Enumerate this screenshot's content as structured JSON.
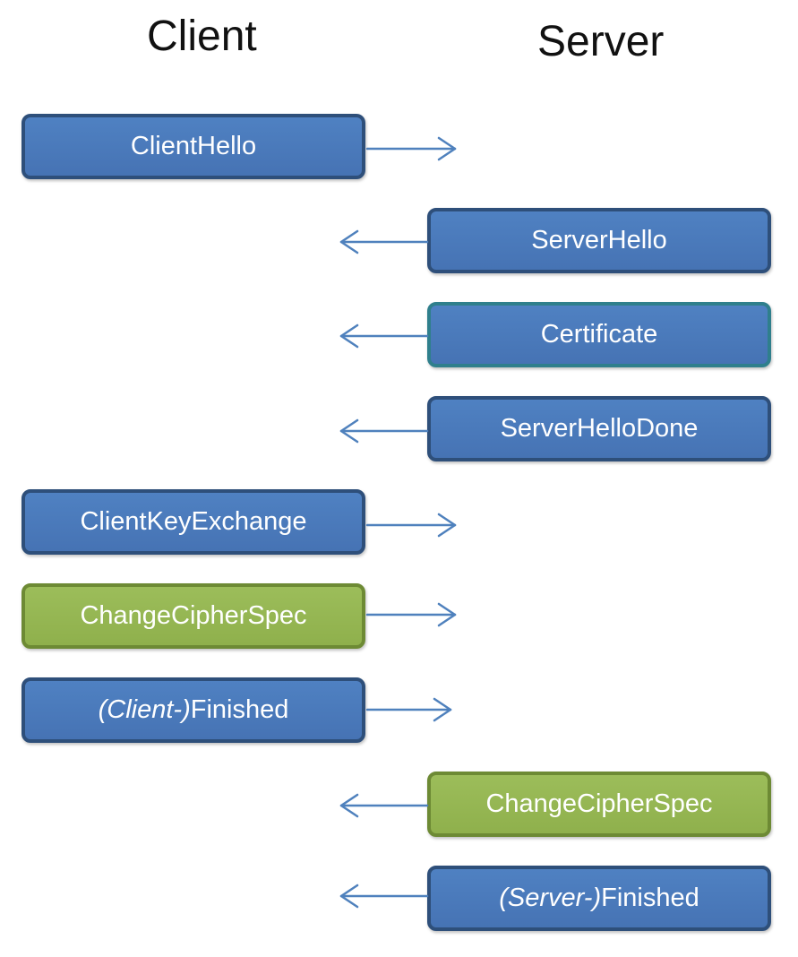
{
  "columns": {
    "client": "Client",
    "server": "Server"
  },
  "messages": [
    {
      "id": "client-hello",
      "side": "client",
      "label": "ClientHello",
      "color": "#4f81bd"
    },
    {
      "id": "server-hello",
      "side": "server",
      "label": "ServerHello",
      "color": "#4f81bd"
    },
    {
      "id": "certificate",
      "side": "server",
      "label": "Certificate",
      "color": "#4f81bd"
    },
    {
      "id": "server-hello-done",
      "side": "server",
      "label": "ServerHelloDone",
      "color": "#4f81bd"
    },
    {
      "id": "client-key-exchange",
      "side": "client",
      "label": "ClientKeyExchange",
      "color": "#4f81bd"
    },
    {
      "id": "change-cipher-spec-client",
      "side": "client",
      "label": "ChangeCipherSpec",
      "color": "#9bbb59"
    },
    {
      "id": "client-finished",
      "side": "client",
      "label_italic": "(Client-)",
      "label": "Finished",
      "color": "#4f81bd"
    },
    {
      "id": "change-cipher-spec-server",
      "side": "server",
      "label": "ChangeCipherSpec",
      "color": "#9bbb59"
    },
    {
      "id": "server-finished",
      "side": "server",
      "label_italic": "(Server-)",
      "label": "Finished",
      "color": "#4f81bd"
    }
  ],
  "arrow_color": "#4f81bd"
}
